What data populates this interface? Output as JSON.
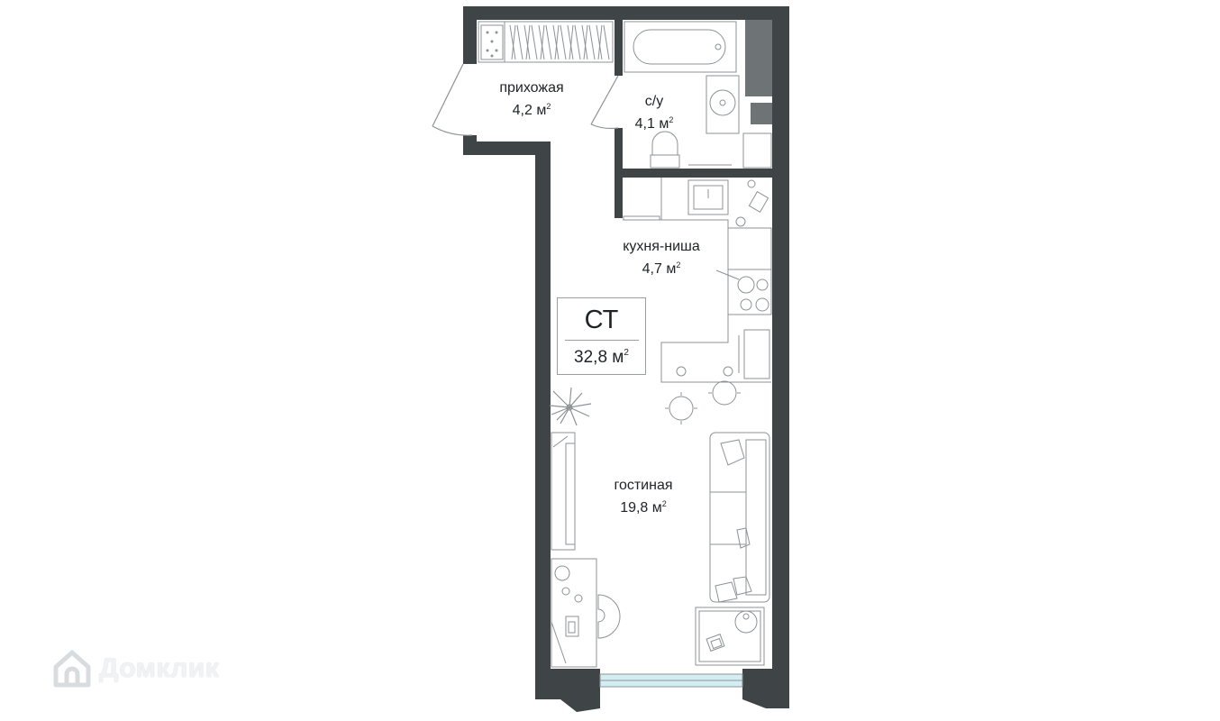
{
  "plan": {
    "apartment_type": "СТ",
    "total_area": "32,8 м",
    "area_unit_sup": "2",
    "rooms": [
      {
        "id": "hallway",
        "name": "прихожая",
        "area": "4,2 м",
        "sup": "2"
      },
      {
        "id": "bathroom",
        "name": "с/у",
        "area": "4,1 м",
        "sup": "2"
      },
      {
        "id": "kitchen",
        "name": "кухня-ниша",
        "area": "4,7 м",
        "sup": "2"
      },
      {
        "id": "living",
        "name": "гостиная",
        "area": "19,8 м",
        "sup": "2"
      }
    ]
  },
  "watermark": {
    "text": "Домклик",
    "icon": "house-logo-icon"
  },
  "colors": {
    "wall": "#3f4447",
    "line": "#8d9295",
    "window": "#bfe3ec",
    "text": "#1f2326"
  }
}
